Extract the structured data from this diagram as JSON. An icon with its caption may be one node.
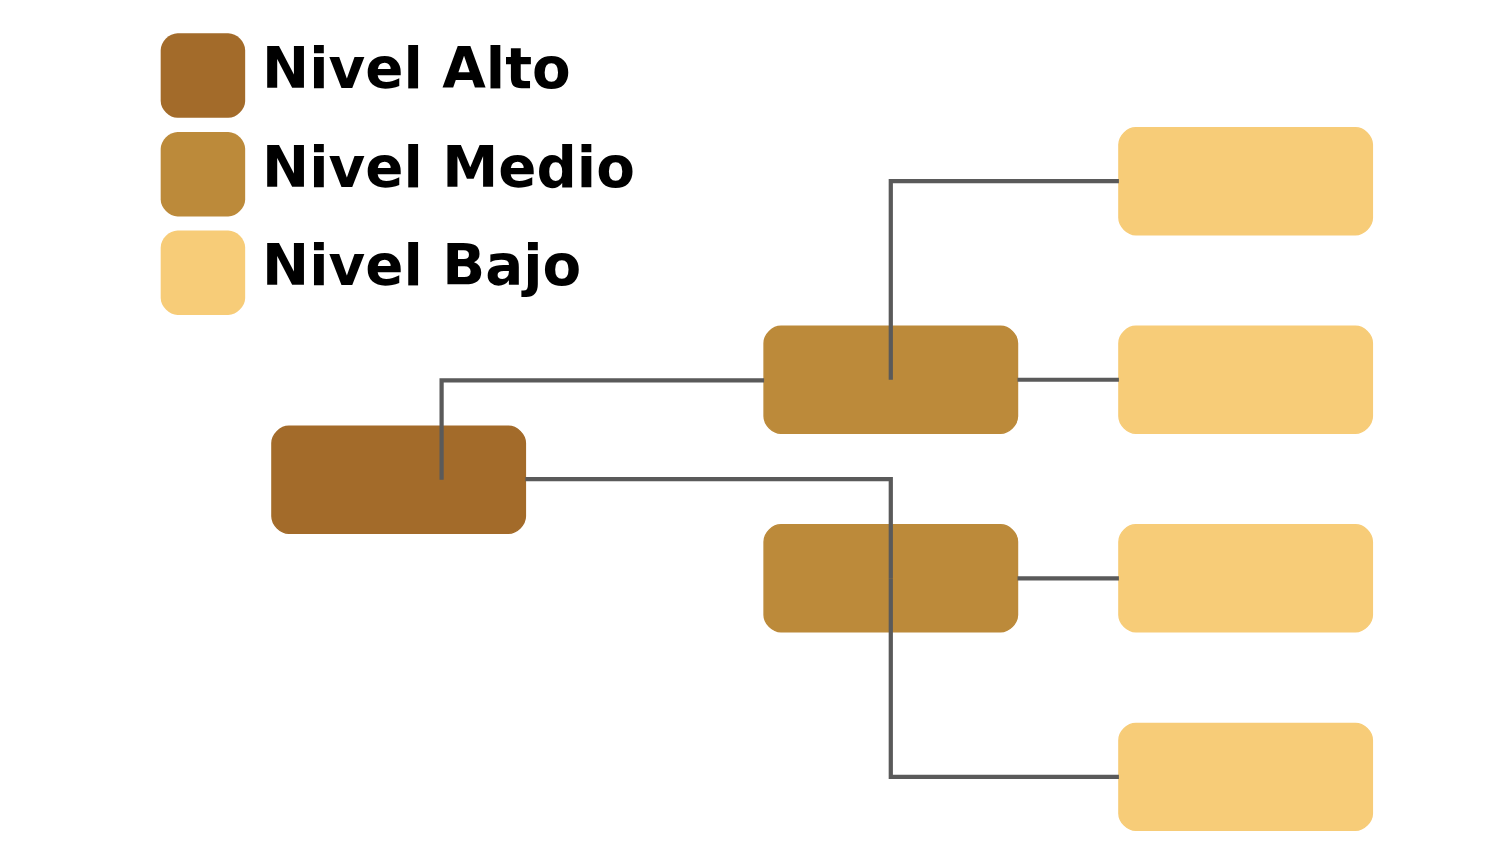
{
  "diagram": {
    "nodes": [
      {
        "text": [],
        "shape": "box"
      },
      {
        "text": [],
        "shape": "box"
      },
      {
        "text": [],
        "shape": "box"
      },
      {
        "text": [],
        "shape": "box"
      },
      {
        "text": [],
        "shape": "box"
      },
      {
        "text": [],
        "shape": "box"
      },
      {
        "text": [],
        "shape": "box"
      }
    ],
    "edges": [
      {
        "from": 0,
        "to": 1,
        "arrow": "none"
      },
      {
        "from": 0,
        "to": 2,
        "arrow": "none"
      },
      {
        "from": 1,
        "to": 3,
        "arrow": "none"
      },
      {
        "from": 1,
        "to": 4,
        "arrow": "none"
      },
      {
        "from": 2,
        "to": 5,
        "arrow": "none"
      },
      {
        "from": 2,
        "to": 6,
        "arrow": "none"
      }
    ],
    "legend": [
      {
        "text": "Nivel Alto",
        "color": "#a36b2a"
      },
      {
        "text": "Nivel Medio",
        "color": "#bc8a3a"
      },
      {
        "text": "Nivel Bajo",
        "color": "#f7cc78"
      }
    ]
  }
}
